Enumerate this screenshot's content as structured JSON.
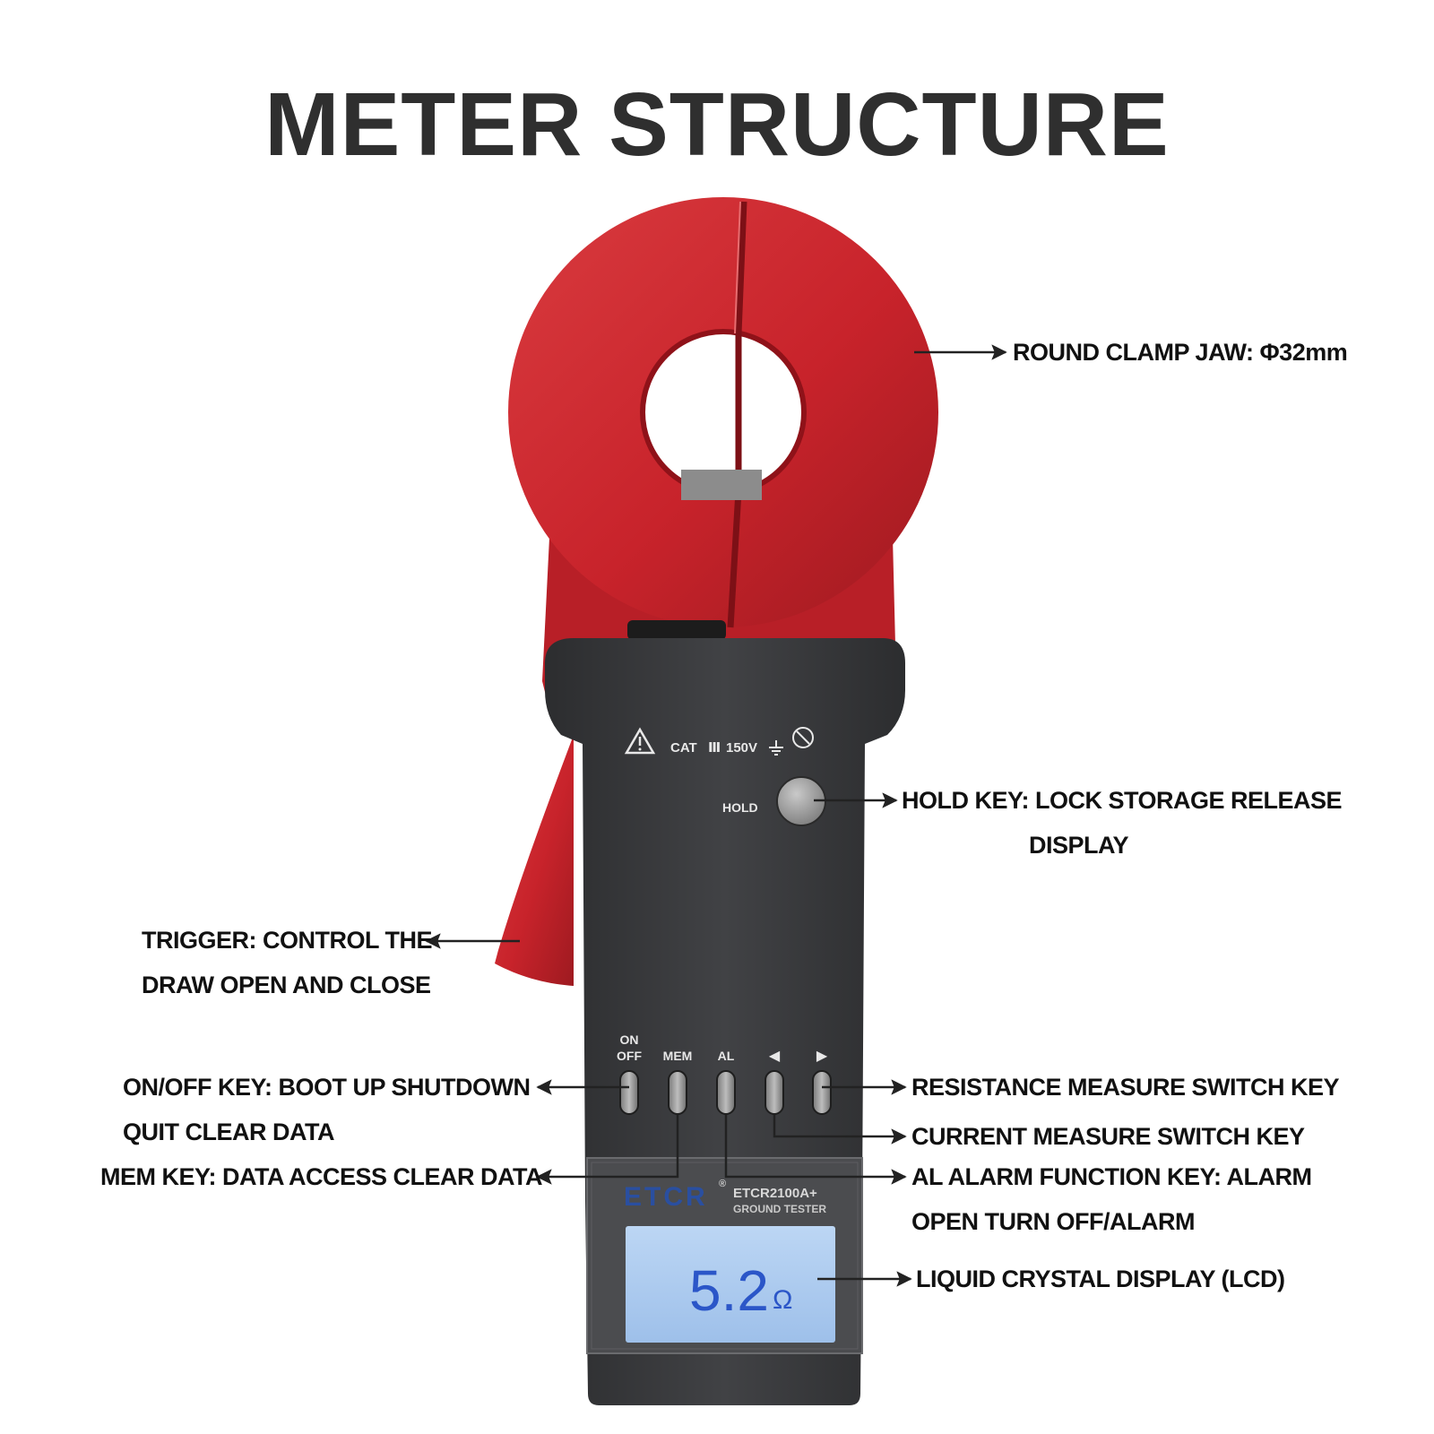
{
  "title": "METER STRUCTURE",
  "colors": {
    "jaw_red": "#c8232b",
    "body_dark": "#3a3b3d",
    "lcd_blue": "#a9c8ee",
    "lcd_digits": "#2b56c8",
    "brand_blue": "#2a4fa0"
  },
  "device": {
    "warning_icon": "warning-triangle-icon",
    "cat_rating": "CAT",
    "cat_roman": "Ⅲ",
    "voltage": "150V",
    "ground_icon": "ground-symbol-icon",
    "no_battery_icon": "crossed-circle-icon",
    "hold_key": "HOLD",
    "keys": {
      "on": "ON",
      "off": "OFF",
      "mem": "MEM",
      "al": "AL",
      "left": "◀",
      "right": "▶"
    },
    "brand": "ETCR",
    "registered": "®",
    "model": "ETCR2100A+",
    "subtitle": "GROUND TESTER",
    "lcd_value": "5.2",
    "lcd_unit": "Ω"
  },
  "callouts": {
    "jaw": "ROUND CLAMP JAW: Φ32mm",
    "hold_1": "HOLD KEY: LOCK STORAGE RELEASE",
    "hold_2": "DISPLAY",
    "trigger_1": "TRIGGER: CONTROL THE",
    "trigger_2": "DRAW OPEN AND CLOSE",
    "onoff_1": "ON/OFF KEY: BOOT UP SHUTDOWN",
    "onoff_2": "QUIT CLEAR DATA",
    "mem": "MEM KEY: DATA ACCESS CLEAR DATA",
    "resistance": "RESISTANCE MEASURE SWITCH KEY",
    "current": "CURRENT MEASURE SWITCH KEY",
    "alarm_1": "AL ALARM FUNCTION KEY: ALARM",
    "alarm_2": "OPEN TURN OFF/ALARM",
    "lcd": "LIQUID CRYSTAL DISPLAY (LCD)"
  }
}
